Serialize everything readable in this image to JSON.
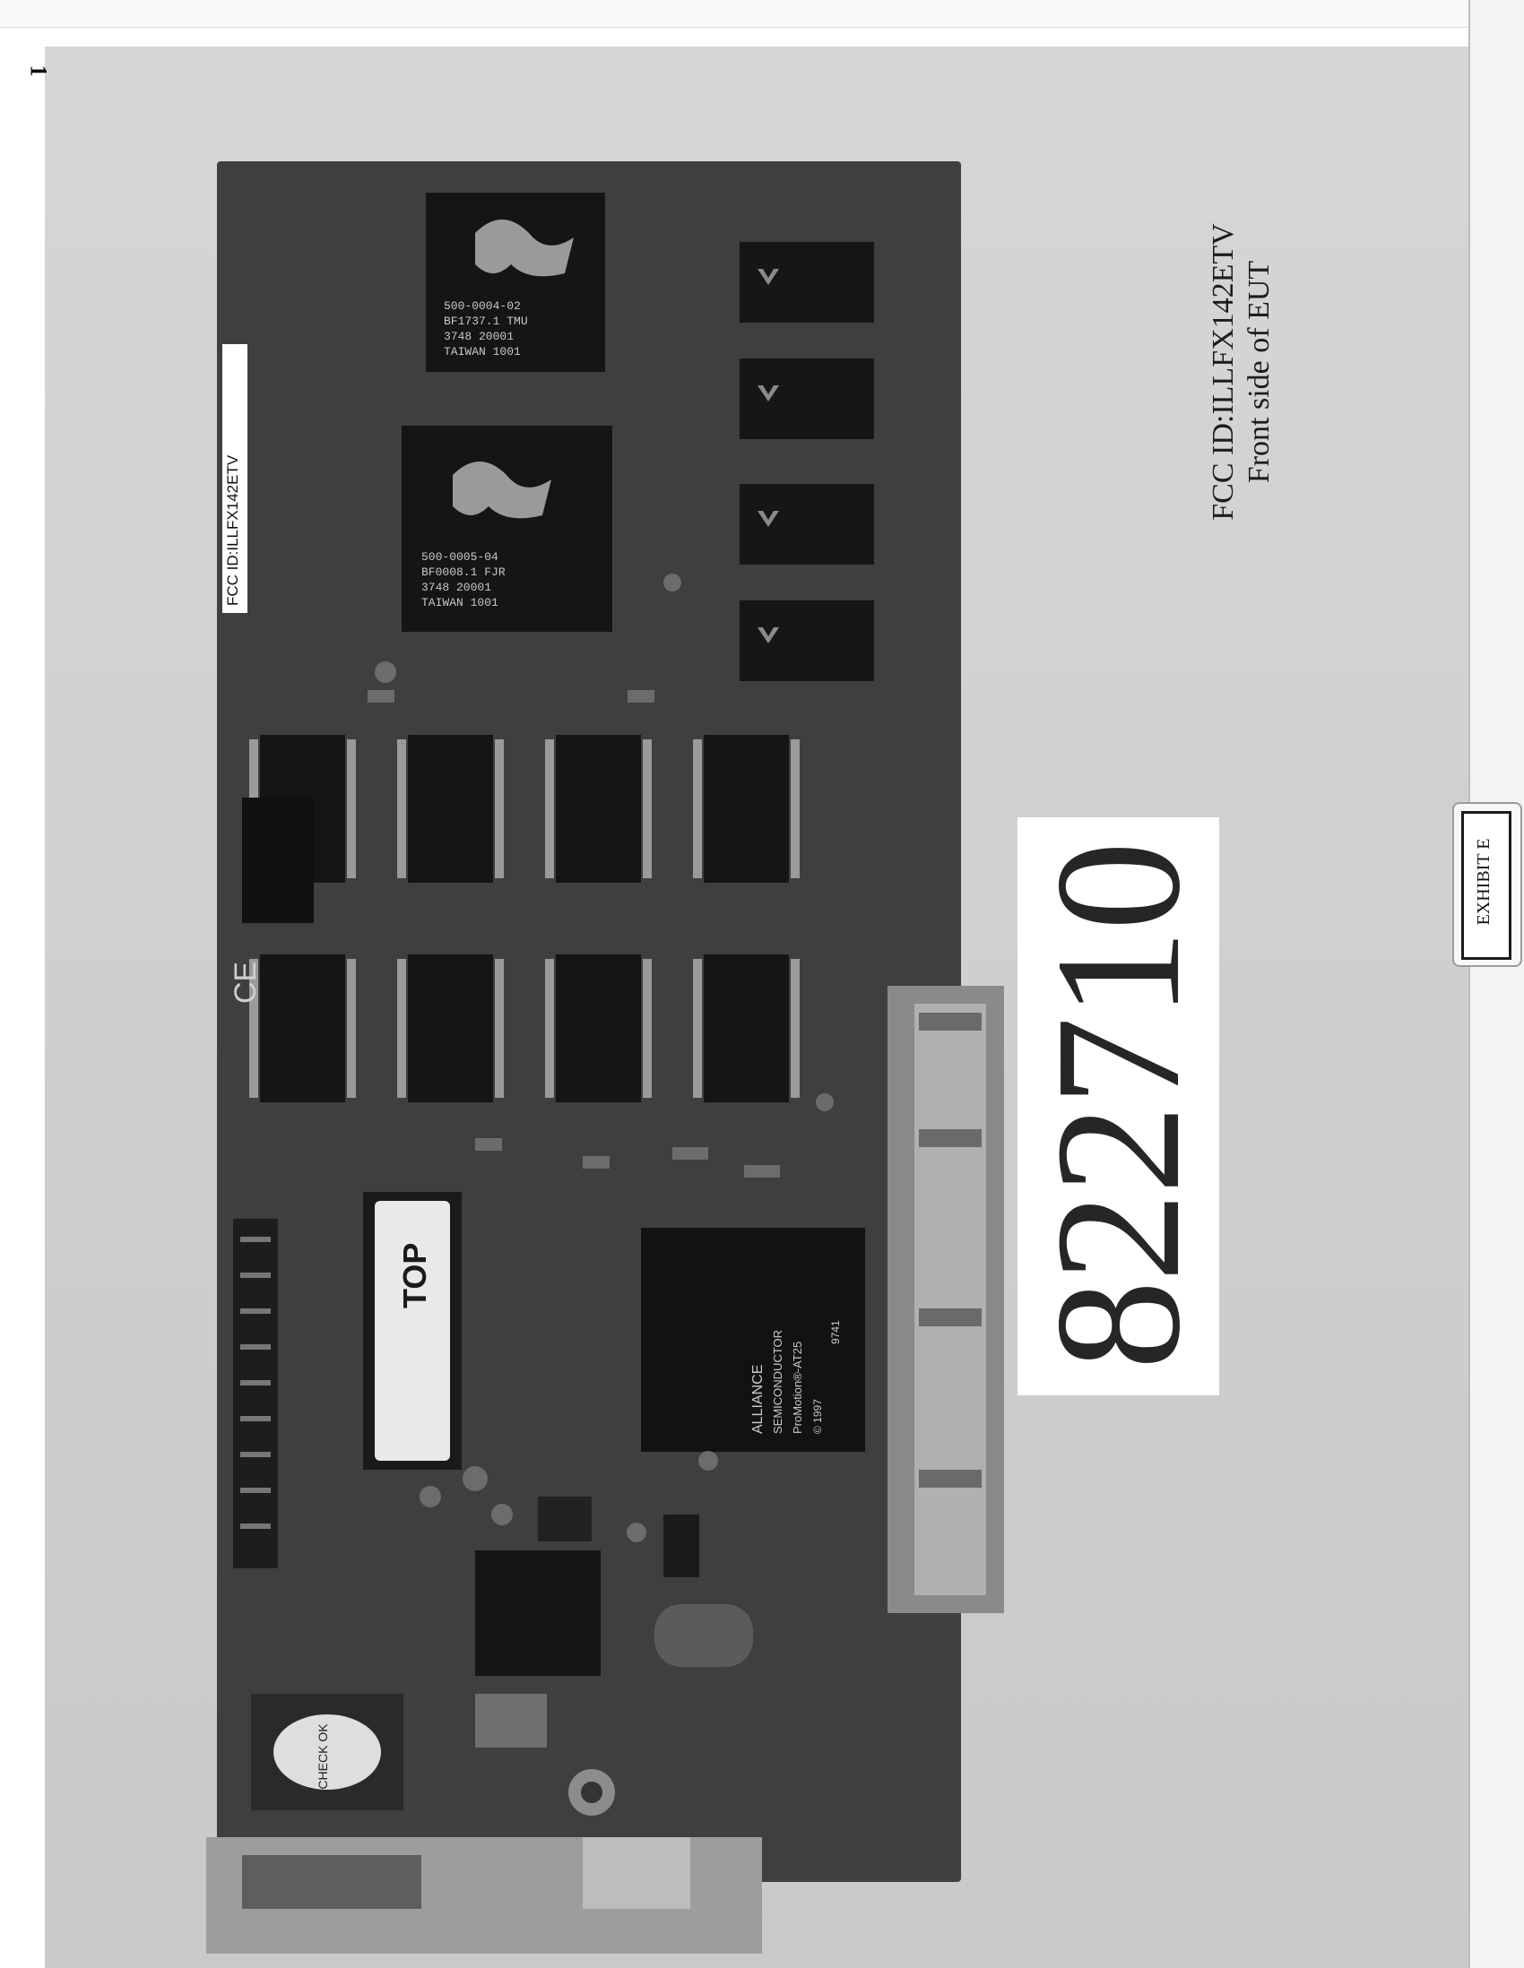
{
  "page_number": "1",
  "photo": {
    "sticker_text": "FCC ID:ILLFX142ETV",
    "big_number": "822710",
    "chip_labels": {
      "chip_a_line1": "500-0004-02",
      "chip_a_line2": "BF1737.1 TMU",
      "chip_a_line3": "3748 20001",
      "chip_a_line4": "TAIWAN 1001",
      "chip_b_line1": "500-0005-04",
      "chip_b_line2": "BF0008.1 FJR",
      "chip_b_line3": "3748 20001",
      "chip_b_line4": "TAIWAN 1001",
      "main_chip_line1": "ALLIANCE",
      "main_chip_line2": "SEMICONDUCTOR",
      "main_chip_line3": "ProMotion®-AT25",
      "main_chip_line4": "© 1997",
      "main_chip_line5": "9741",
      "bios_brand": "TOP",
      "ce_mark": "CE",
      "connector_label": "CHECK OK"
    }
  },
  "caption": {
    "line1": "FCC ID:ILLFX142ETV",
    "line2": "Front side of EUT"
  },
  "exhibit": {
    "label": "EXHIBIT E"
  },
  "colors": {
    "sheet": "#cfcfcf",
    "board": "#3a3a3a",
    "chip": "#111111"
  }
}
